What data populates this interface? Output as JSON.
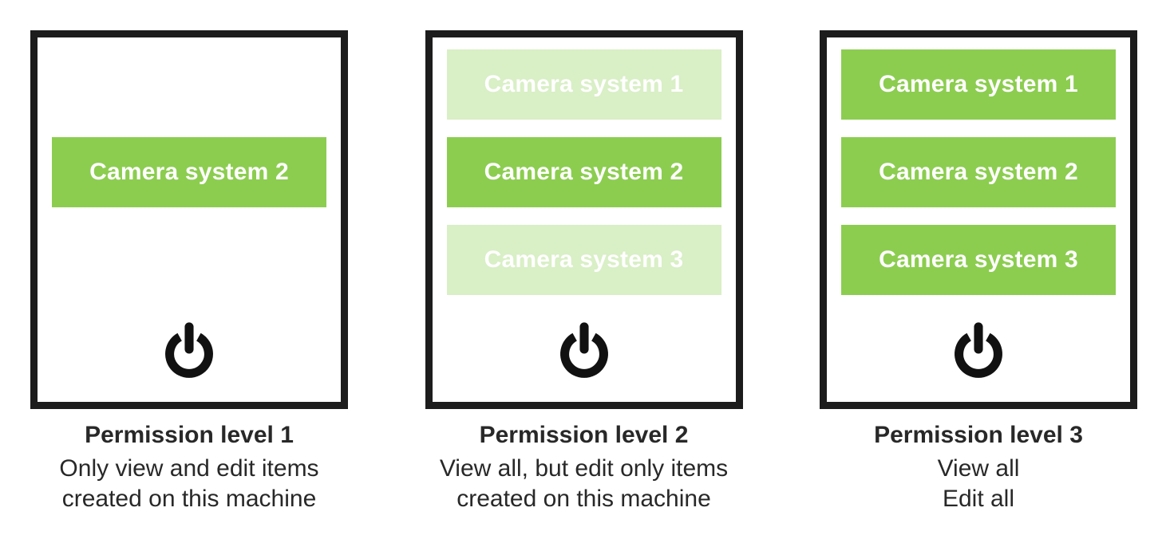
{
  "colors": {
    "active_green": "#8ccd50",
    "inactive_green": "#d9efc6",
    "border_black": "#1c1c1c",
    "icon_black": "#111111",
    "text_dark": "#282828",
    "button_text": "#ffffff"
  },
  "icons": {
    "power": "power-icon"
  },
  "panels": [
    {
      "caption": {
        "title": "Permission level 1",
        "lines": [
          "Only view and edit items",
          "created on this machine"
        ]
      },
      "buttons": [
        {
          "label": "Camera system 2",
          "state": "active"
        }
      ]
    },
    {
      "caption": {
        "title": "Permission level 2",
        "lines": [
          "View all, but edit only items",
          "created on this machine"
        ]
      },
      "buttons": [
        {
          "label": "Camera system 1",
          "state": "inactive"
        },
        {
          "label": "Camera system 2",
          "state": "active"
        },
        {
          "label": "Camera system 3",
          "state": "inactive"
        }
      ]
    },
    {
      "caption": {
        "title": "Permission level 3",
        "lines": [
          "View all",
          "Edit all"
        ]
      },
      "buttons": [
        {
          "label": "Camera system 1",
          "state": "active"
        },
        {
          "label": "Camera system 2",
          "state": "active"
        },
        {
          "label": "Camera system 3",
          "state": "active"
        }
      ]
    }
  ]
}
